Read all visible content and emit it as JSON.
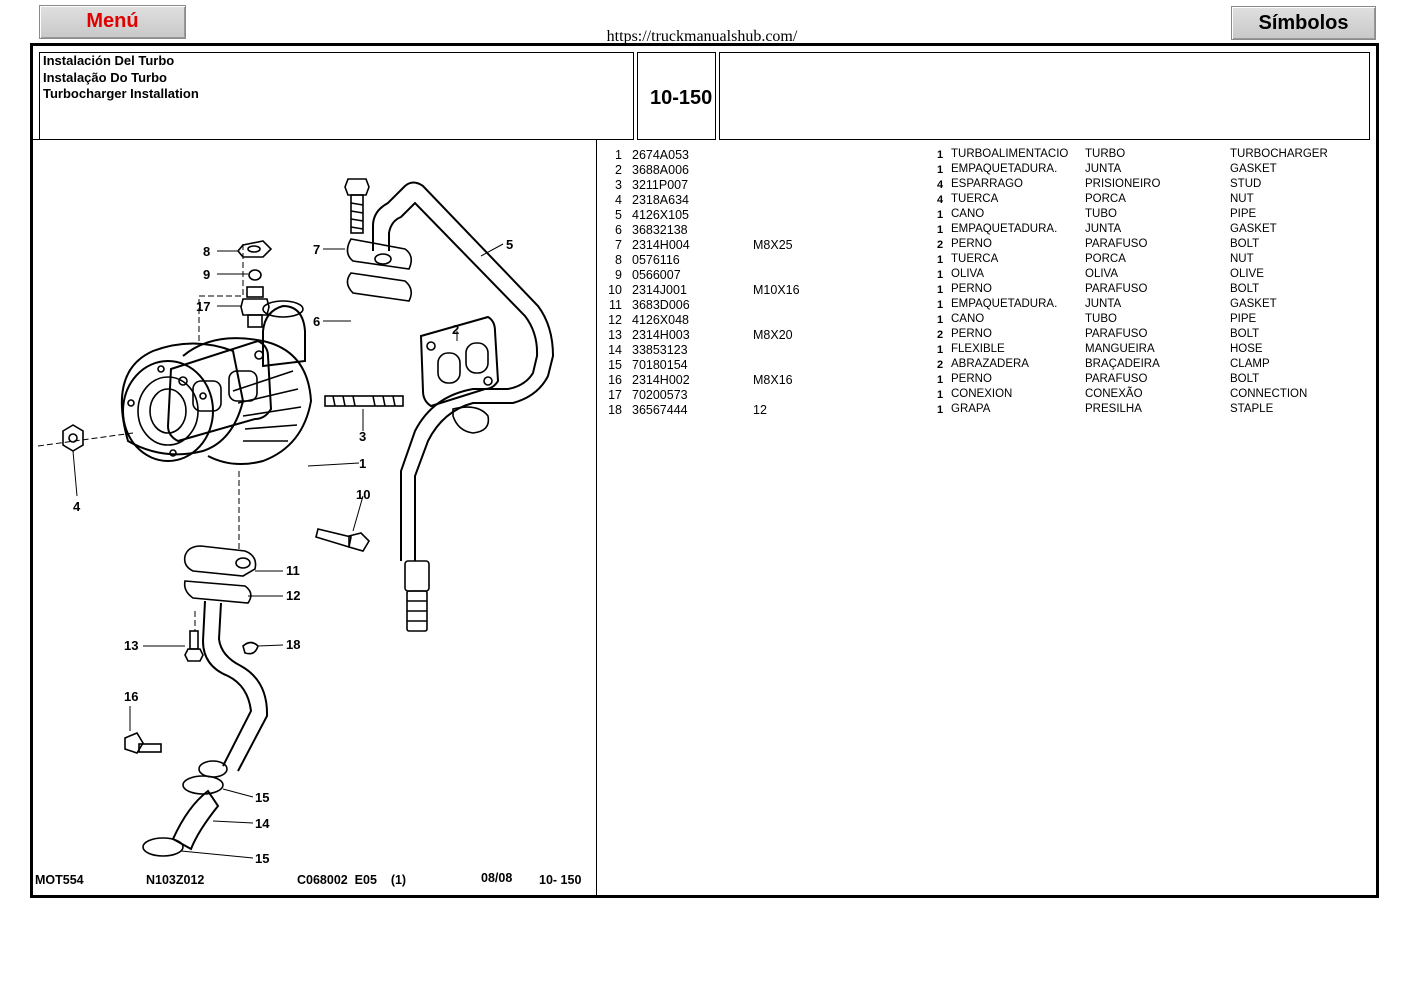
{
  "nav": {
    "menu_label": "Menú",
    "symbols_label": "Símbolos"
  },
  "url": "https://truckmanualshub.com/",
  "title": {
    "es": "Instalación Del Turbo",
    "pt": "Instalação Do Turbo",
    "en": "Turbocharger Installation"
  },
  "group_code": "10-150",
  "footer": {
    "model": "MOT554",
    "ref1": "N103Z012",
    "ref2": "C068002  E05    (1)",
    "date": "08/08",
    "group": "10- 150"
  },
  "callouts": [
    "1",
    "2",
    "3",
    "4",
    "5",
    "6",
    "7",
    "8",
    "9",
    "10",
    "11",
    "12",
    "13",
    "14",
    "15",
    "16",
    "17",
    "18"
  ],
  "parts": [
    {
      "no": "1",
      "part": "2674A053",
      "spec": "",
      "qty": "1",
      "es": "TURBOALIMENTACIO",
      "pt": "TURBO",
      "en": "TURBOCHARGER"
    },
    {
      "no": "2",
      "part": "3688A006",
      "spec": "",
      "qty": "1",
      "es": "EMPAQUETADURA.",
      "pt": "JUNTA",
      "en": "GASKET"
    },
    {
      "no": "3",
      "part": "3211P007",
      "spec": "",
      "qty": "4",
      "es": "ESPARRAGO",
      "pt": "PRISIONEIRO",
      "en": "STUD"
    },
    {
      "no": "4",
      "part": "2318A634",
      "spec": "",
      "qty": "4",
      "es": "TUERCA",
      "pt": "PORCA",
      "en": "NUT"
    },
    {
      "no": "5",
      "part": "4126X105",
      "spec": "",
      "qty": "1",
      "es": "CANO",
      "pt": "TUBO",
      "en": "PIPE"
    },
    {
      "no": "6",
      "part": "36832138",
      "spec": "",
      "qty": "1",
      "es": "EMPAQUETADURA.",
      "pt": "JUNTA",
      "en": "GASKET"
    },
    {
      "no": "7",
      "part": "2314H004",
      "spec": "M8X25",
      "qty": "2",
      "es": "PERNO",
      "pt": "PARAFUSO",
      "en": "BOLT"
    },
    {
      "no": "8",
      "part": "0576116",
      "spec": "",
      "qty": "1",
      "es": "TUERCA",
      "pt": "PORCA",
      "en": "NUT"
    },
    {
      "no": "9",
      "part": "0566007",
      "spec": "",
      "qty": "1",
      "es": "OLIVA",
      "pt": "OLIVA",
      "en": "OLIVE"
    },
    {
      "no": "10",
      "part": "2314J001",
      "spec": "M10X16",
      "qty": "1",
      "es": "PERNO",
      "pt": "PARAFUSO",
      "en": "BOLT"
    },
    {
      "no": "11",
      "part": "3683D006",
      "spec": "",
      "qty": "1",
      "es": "EMPAQUETADURA.",
      "pt": "JUNTA",
      "en": "GASKET"
    },
    {
      "no": "12",
      "part": "4126X048",
      "spec": "",
      "qty": "1",
      "es": "CANO",
      "pt": "TUBO",
      "en": "PIPE"
    },
    {
      "no": "13",
      "part": "2314H003",
      "spec": "M8X20",
      "qty": "2",
      "es": "PERNO",
      "pt": "PARAFUSO",
      "en": "BOLT"
    },
    {
      "no": "14",
      "part": "33853123",
      "spec": "",
      "qty": "1",
      "es": "FLEXIBLE",
      "pt": "MANGUEIRA",
      "en": "HOSE"
    },
    {
      "no": "15",
      "part": "70180154",
      "spec": "",
      "qty": "2",
      "es": "ABRAZADERA",
      "pt": "BRAÇADEIRA",
      "en": "CLAMP"
    },
    {
      "no": "16",
      "part": "2314H002",
      "spec": "M8X16",
      "qty": "1",
      "es": "PERNO",
      "pt": "PARAFUSO",
      "en": "BOLT"
    },
    {
      "no": "17",
      "part": "70200573",
      "spec": "",
      "qty": "1",
      "es": "CONEXION",
      "pt": "CONEXÃO",
      "en": "CONNECTION"
    },
    {
      "no": "18",
      "part": "36567444",
      "spec": "12",
      "qty": "1",
      "es": "GRAPA",
      "pt": "PRESILHA",
      "en": "STAPLE"
    }
  ]
}
